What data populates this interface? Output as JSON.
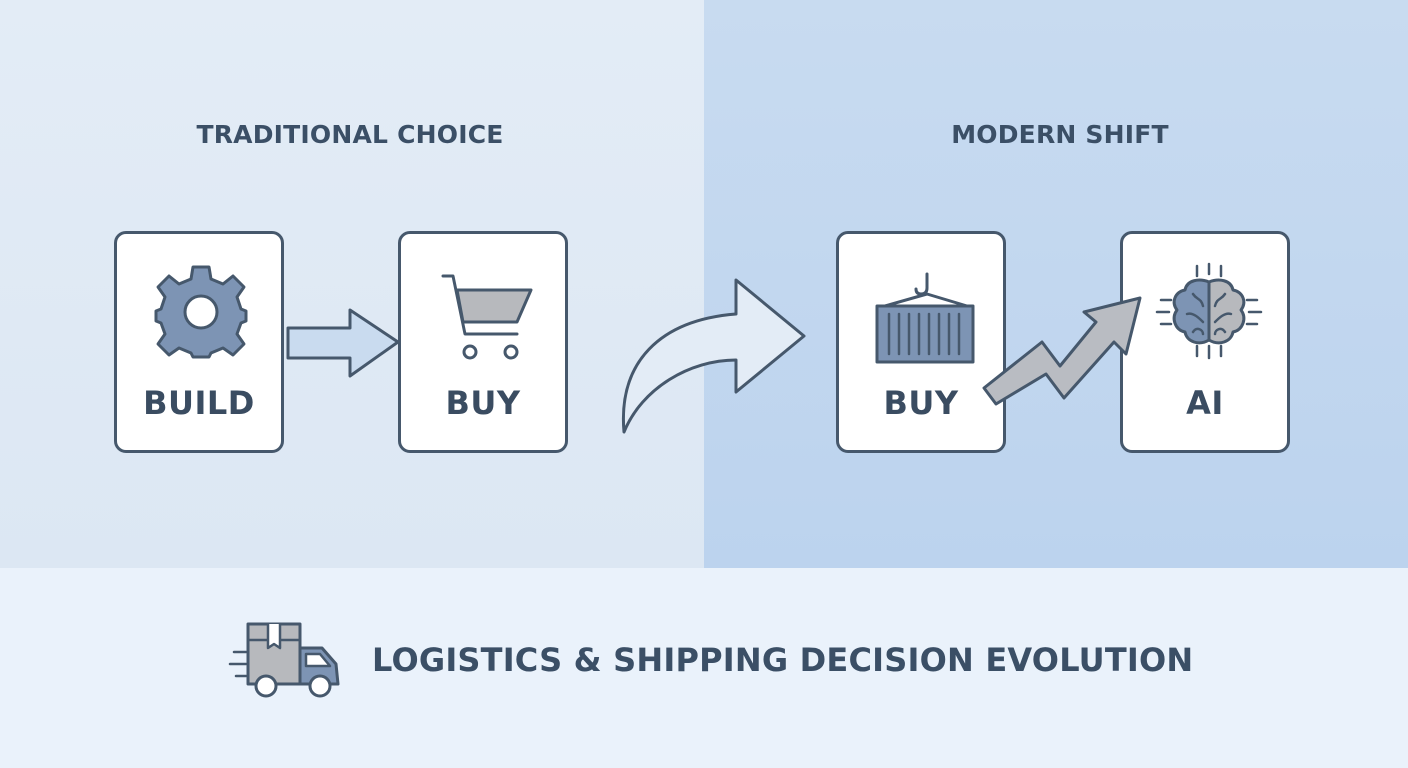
{
  "sections": {
    "traditional": {
      "title": "TRADITIONAL CHOICE",
      "cards": [
        {
          "label": "BUILD",
          "icon": "gear-icon"
        },
        {
          "label": "BUY",
          "icon": "shopping-cart-icon"
        }
      ]
    },
    "modern": {
      "title": "MODERN SHIFT",
      "cards": [
        {
          "label": "BUY",
          "icon": "shipping-container-icon"
        },
        {
          "label": "AI",
          "icon": "ai-brain-icon"
        }
      ]
    }
  },
  "footer": {
    "title": "LOGISTICS & SHIPPING DECISION EVOLUTION",
    "icon": "delivery-truck-icon"
  },
  "colors": {
    "left_panel": "#e3ecf6",
    "right_panel": "#c8dbf0",
    "footer_band": "#eaf2fb",
    "outline": "#46586c",
    "text": "#3b4f66",
    "icon_fill": "#7d94b4",
    "arrow_fill": "#c9dbef",
    "trend_fill": "#b9bcc2"
  }
}
